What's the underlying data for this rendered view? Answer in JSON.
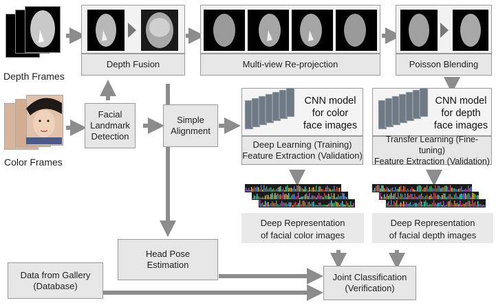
{
  "inputs": {
    "depth_label": "Depth Frames",
    "color_label": "Color Frames"
  },
  "steps": {
    "depth_fusion": "Depth Fusion",
    "reprojection": "Multi-view Re-projection",
    "poisson": "Poisson Blending",
    "landmark": [
      "Facial",
      "Landmark",
      "Detection"
    ],
    "alignment": [
      "Simple",
      "Alignment"
    ],
    "head_pose": [
      "Head Pose",
      "Estimation"
    ],
    "gallery": [
      "Data from Gallery",
      "(Database)"
    ],
    "joint": [
      "Joint Classification",
      "(Verification)"
    ]
  },
  "cnn_color": {
    "model": [
      "CNN model",
      "for color",
      "face images"
    ],
    "caption": [
      "Deep Learning (Training)",
      "Feature Extraction (Validation)"
    ],
    "representation": [
      "Deep Representation",
      "of facial color images"
    ]
  },
  "cnn_depth": {
    "model": [
      "CNN model",
      "for depth",
      "face images"
    ],
    "caption": [
      "Transfer Learning (Fine-tuning)",
      "Feature Extraction (Validation)"
    ],
    "representation": [
      "Deep Representation",
      "of facial depth images"
    ]
  },
  "colors": {
    "box_fill": "#e6e6e6",
    "box_border": "#9a9a9a",
    "arrow": "#8c8c8c",
    "image_bg": "#000000"
  }
}
